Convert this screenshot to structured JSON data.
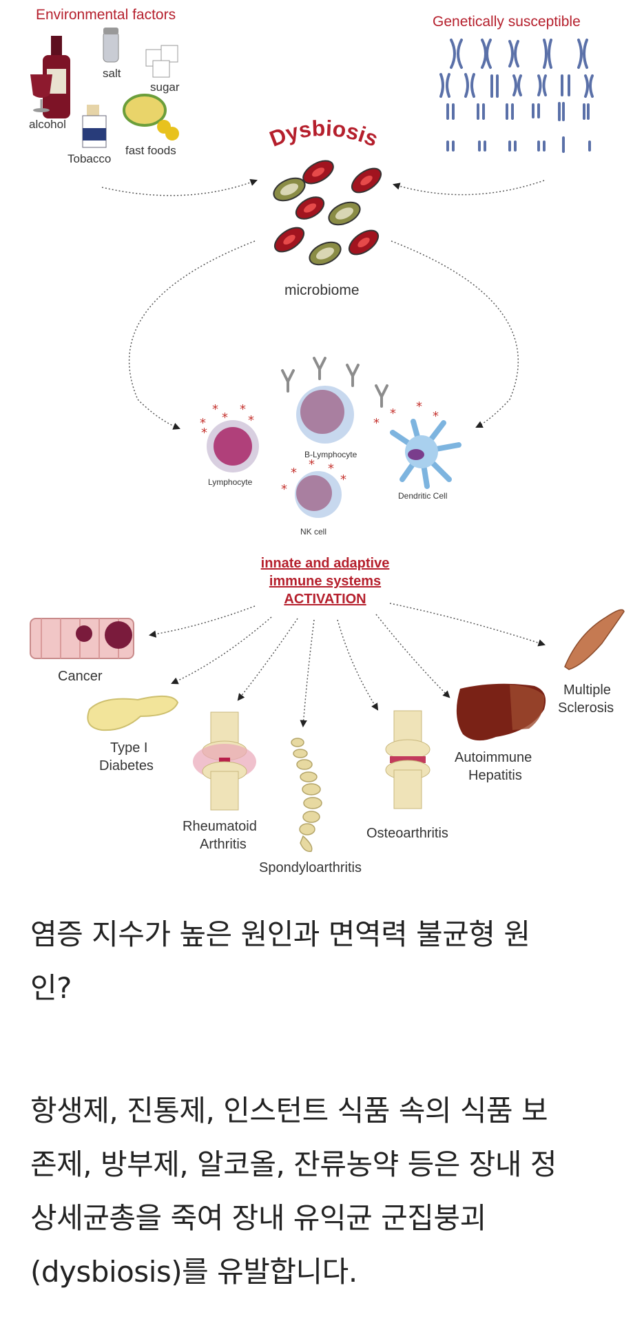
{
  "diagram": {
    "env_title": "Environmental factors",
    "env_items": {
      "salt": "salt",
      "sugar": "sugar",
      "alcohol": "alcohol",
      "tobacco": "Tobacco",
      "fast_foods": "fast foods"
    },
    "genetic_title": "Genetically susceptible",
    "dysbiosis": "Dysbiosis",
    "microbiome": "microbiome",
    "cells": {
      "b_lymphocyte": "B-Lymphocyte",
      "lymphocyte": "Lymphocyte",
      "dendritic": "Dendritic Cell",
      "nk": "NK cell"
    },
    "activation": {
      "line1": "innate and adaptive",
      "line2": "immune systems",
      "line3": "ACTIVATION"
    },
    "diseases": {
      "cancer": "Cancer",
      "diabetes_1": "Type I",
      "diabetes_2": "Diabetes",
      "ra_1": "Rheumatoid",
      "ra_2": "Arthritis",
      "spondylo": "Spondyloarthritis",
      "osteo": "Osteoarthritis",
      "hepatitis_1": "Autoimmune",
      "hepatitis_2": "Hepatitis",
      "ms_1": "Multiple",
      "ms_2": "Sclerosis"
    },
    "colors": {
      "accent_red": "#b51f2c",
      "bacteria_red": "#a1141f",
      "bacteria_olive": "#8a8c45",
      "cell_purple": "#b0407a"
    }
  },
  "article": {
    "question_line1": "염증 지수가 높은 원인과 면역력 불균형 원",
    "question_line2": "인?",
    "body_line1": "항생제, 진통제, 인스턴트 식품 속의 식품 보",
    "body_line2": "존제, 방부제, 알코올, 잔류농약 등은 장내 정",
    "body_line3": "상세균총을 죽여 장내 유익균 군집붕괴",
    "body_line4": "(dysbiosis)를 유발합니다."
  }
}
